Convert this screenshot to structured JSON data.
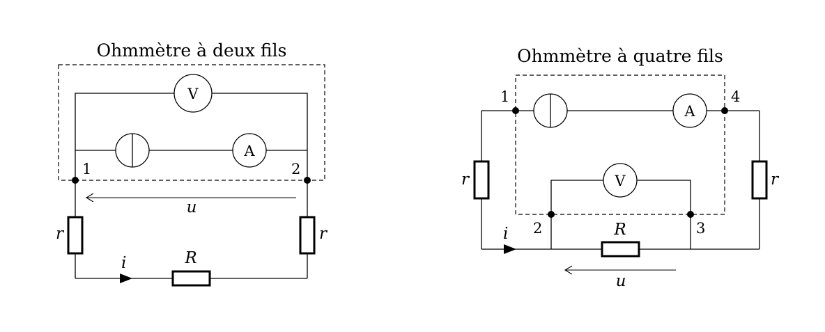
{
  "left": {
    "title": "Ohmmètre à deux fils",
    "voltmeter": "V",
    "ammeter": "A",
    "node1": "1",
    "node2": "2",
    "u": "u",
    "r_left": "r",
    "r_right": "r",
    "i": "i",
    "R": "R"
  },
  "right": {
    "title": "Ohmmètre à quatre fils",
    "voltmeter": "V",
    "ammeter": "A",
    "node1": "1",
    "node2": "2",
    "node3": "3",
    "node4": "4",
    "u": "u",
    "r_left": "r",
    "r_right": "r",
    "i": "i",
    "R": "R"
  }
}
